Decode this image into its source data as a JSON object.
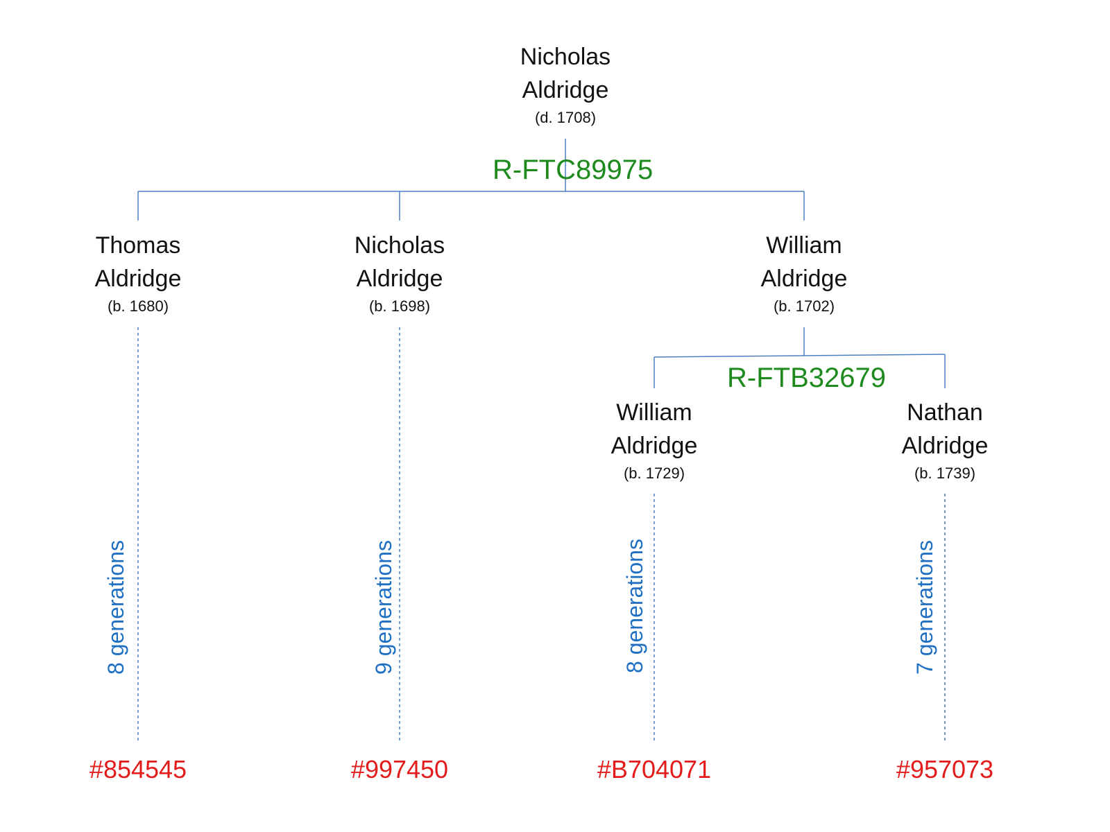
{
  "colors": {
    "name": "#111111",
    "snp": "#1e8a1e",
    "generations": "#1f6fc2",
    "kit": "#e31b1b",
    "line": "#4a7ebf"
  },
  "root": {
    "first": "Nicholas",
    "last": "Aldridge",
    "date": "(d. 1708)"
  },
  "snps": {
    "top": "R-FTC89975",
    "william_branch": "R-FTB32679"
  },
  "children": [
    {
      "first": "Thomas",
      "last": "Aldridge",
      "date": "(b. 1680)"
    },
    {
      "first": "Nicholas",
      "last": "Aldridge",
      "date": "(b. 1698)"
    },
    {
      "first": "William",
      "last": "Aldridge",
      "date": "(b. 1702)"
    }
  ],
  "grandchildren": [
    {
      "first": "William",
      "last": "Aldridge",
      "date": "(b. 1729)"
    },
    {
      "first": "Nathan",
      "last": "Aldridge",
      "date": "(b. 1739)"
    }
  ],
  "lineages": [
    {
      "generations": "8 generations",
      "kit": "#854545"
    },
    {
      "generations": "9 generations",
      "kit": "#997450"
    },
    {
      "generations": "8 generations",
      "kit": "#B704071"
    },
    {
      "generations": "7 generations",
      "kit": "#957073"
    }
  ]
}
